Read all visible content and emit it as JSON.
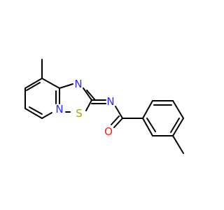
{
  "molecule": {
    "atoms": {
      "n_ring": {
        "symbol": "N",
        "color": "#2a2af0"
      },
      "n_thiadiazole": {
        "symbol": "N",
        "color": "#2a2af0"
      },
      "s_ring": {
        "symbol": "S",
        "color": "#b5a300"
      },
      "n_imine": {
        "symbol": "N",
        "color": "#2a2af0"
      },
      "o_carbonyl": {
        "symbol": "O",
        "color": "#ff1a1a"
      }
    },
    "bond_color": "#000000",
    "background": "#ffffff"
  }
}
